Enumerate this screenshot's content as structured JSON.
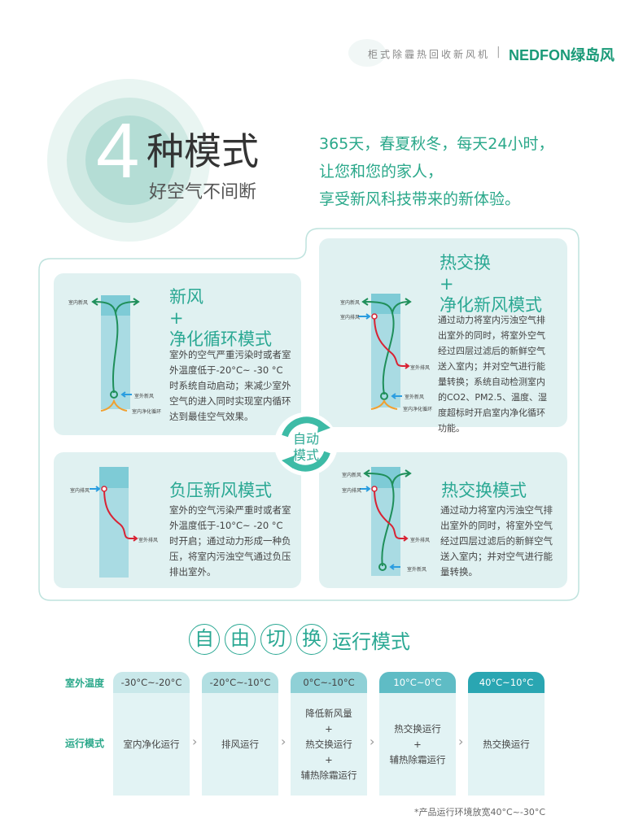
{
  "header": {
    "product": "柜式除霾热回收新风机",
    "separator": "|",
    "brand": "NEDFON绿岛风"
  },
  "hero": {
    "number": "4",
    "title": "种模式",
    "subtitle": "好空气不间断",
    "slogan": [
      "365天，春夏秋冬，每天24小时，",
      "让您和您的家人，",
      "享受新风科技带来的新体验。"
    ]
  },
  "diagram_labels": {
    "indoor_fresh": "室内新风",
    "outdoor_fresh": "室外新风",
    "indoor_purify": "室内净化循环",
    "indoor_exhaust": "室内排风",
    "outdoor_exhaust": "室外排风"
  },
  "auto": {
    "line1": "自动",
    "line2": "模式"
  },
  "modes": [
    {
      "title": [
        "新风",
        "+",
        "净化循环模式"
      ],
      "body": "室外的空气严重污染时或者室外温度低于-20°C~ -30 °C时系统自动启动；来减少室外空气的进入同时实现室内循环达到最佳空气效果。"
    },
    {
      "title": [
        "热交换",
        "+",
        "净化新风模式"
      ],
      "body": "通过动力将室内污浊空气排出室外的同时，将室外空气经过四层过滤后的新鲜空气送入室内；并对空气进行能量转换；系统自动检测室内的CO2、PM2.5、温度、湿度超标时开启室内净化循环功能。"
    },
    {
      "title": [
        "负压新风模式"
      ],
      "body": "室外的空气污染严重时或者室外温度低于-10°C~ -20 °C时开启；通过动力形成一种负压，将室内污浊空气通过负压排出室外。"
    },
    {
      "title": [
        "热交换模式"
      ],
      "body": "通过动力将室内污浊空气排出室外的同时，将室外空气经过四层过滤后的新鲜空气送入室内；并对空气进行能量转换。"
    }
  ],
  "switch": {
    "circled": [
      "自",
      "由",
      "切",
      "换"
    ],
    "rest": "运行模式"
  },
  "table": {
    "row_labels": [
      "室外温度",
      "运行模式"
    ],
    "columns": [
      {
        "temp": "-30°C~-20°C",
        "mode": "室内净化运行",
        "color": "#c9e8ea"
      },
      {
        "temp": "-20°C~-10°C",
        "mode": "排风运行",
        "color": "#b2dfe2"
      },
      {
        "temp": "0°C~-10°C",
        "mode": "降低新风量\n+\n热交换运行\n+\n辅热除霜运行",
        "color": "#8fd0d6"
      },
      {
        "temp": "10°C~0°C",
        "mode": "热交换运行\n+\n辅热除霜运行",
        "color": "#5fbcc5"
      },
      {
        "temp": "40°C~10°C",
        "mode": "热交换运行",
        "color": "#2aa6b2"
      }
    ],
    "arrow": "›"
  },
  "footnote": "*产品运行环境放宽40°C~-30°C"
}
